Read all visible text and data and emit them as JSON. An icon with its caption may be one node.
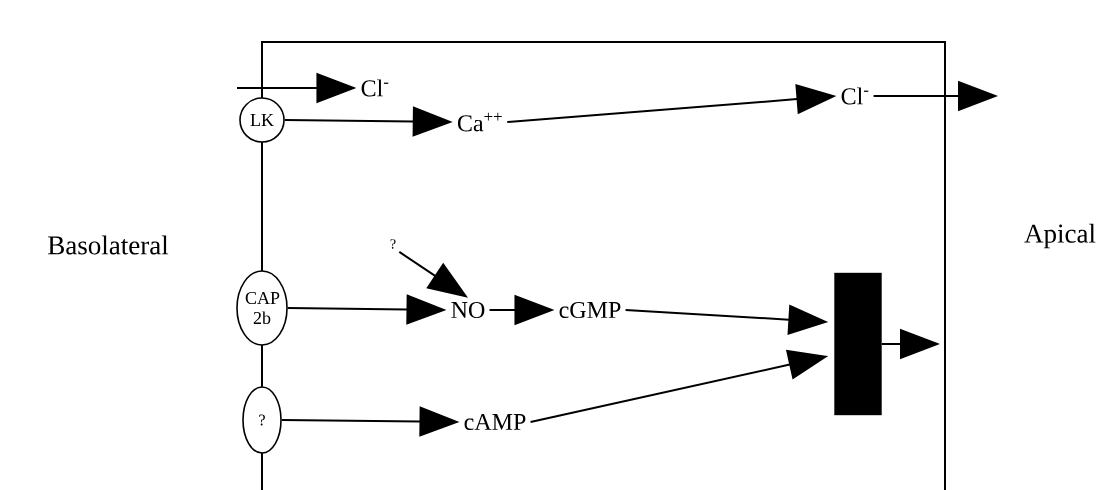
{
  "diagram": {
    "nodes": [
      {
        "text": [
          "Cl$^{-}$"
        ]
      },
      {
        "text": [
          "LK"
        ]
      },
      {
        "text": [
          "Ca$^{++}$"
        ]
      },
      {
        "text": [
          "Cl$^{-}$"
        ]
      },
      {
        "text": [
          "?"
        ]
      },
      {
        "text": [
          "CAP 2b"
        ]
      },
      {
        "text": [
          "NO"
        ]
      },
      {
        "text": [
          "cGMP"
        ]
      },
      {
        "text": [
          "?"
        ]
      },
      {
        "text": [
          "cAMP"
        ]
      },
      {
        "text": [],
        "shape": "bar"
      }
    ],
    "edges": [
      {
        "from": null,
        "to": 0,
        "arrow": "to"
      },
      {
        "from": 1,
        "to": 2,
        "arrow": "to"
      },
      {
        "from": 2,
        "to": 3,
        "arrow": "to"
      },
      {
        "from": 3,
        "to": null,
        "arrow": "to"
      },
      {
        "from": 4,
        "to": 6,
        "arrow": "to"
      },
      {
        "from": 5,
        "to": 6,
        "arrow": "to"
      },
      {
        "from": 6,
        "to": 7,
        "arrow": "to"
      },
      {
        "from": 7,
        "to": 10,
        "arrow": "to"
      },
      {
        "from": 8,
        "to": 9,
        "arrow": "to"
      },
      {
        "from": 9,
        "to": 10,
        "arrow": "to"
      },
      {
        "from": 10,
        "to": null,
        "arrow": "to"
      }
    ],
    "labels": [
      "Basolateral",
      "Apical"
    ]
  }
}
